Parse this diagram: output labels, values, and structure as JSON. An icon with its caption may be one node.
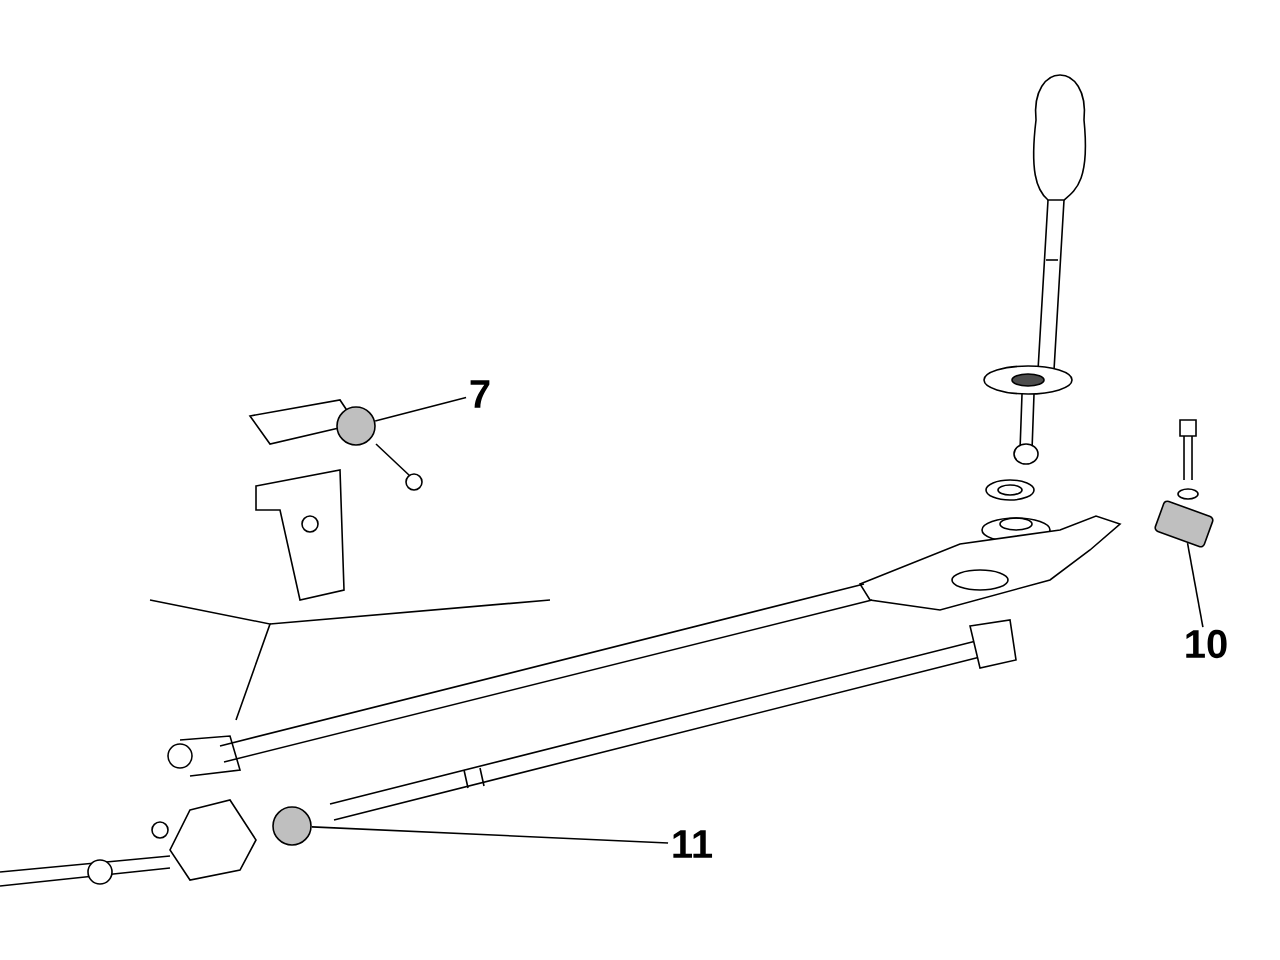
{
  "diagram": {
    "nodes": [
      {
        "text": [
          "7"
        ]
      },
      {
        "text": [],
        "shape": "circle"
      },
      {
        "text": [
          "10"
        ]
      },
      {
        "text": [],
        "shape": "picture"
      },
      {
        "text": [
          "11"
        ]
      },
      {
        "text": [],
        "shape": "circle"
      }
    ],
    "edges": [
      {
        "from": 0,
        "to": 1,
        "arrow": "none"
      },
      {
        "from": 2,
        "to": 3,
        "arrow": "none"
      },
      {
        "from": 4,
        "to": 5,
        "arrow": "none"
      }
    ]
  }
}
